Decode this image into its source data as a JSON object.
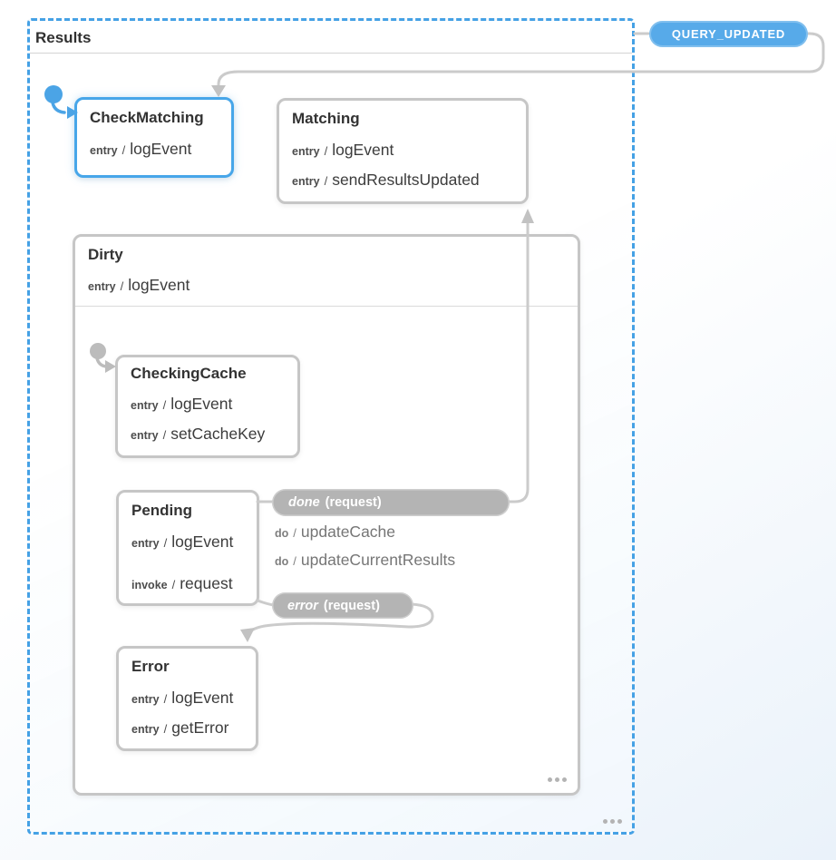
{
  "ui": {
    "action_separator": "/",
    "icons": {
      "initial_state_marker": "filled-dot-with-curved-arrow",
      "more_options": "three-dots-ellipsis",
      "transition_arrowhead": "triangle-arrow"
    }
  },
  "colors": {
    "accent_blue": "#47a6e9",
    "badge_blue": "#57aae9",
    "wire_grey": "#cbcbcb",
    "pill_grey": "#b4b4b4",
    "state_border_grey": "#c6c6c6",
    "title_text": "#333333",
    "action_text": "#3c3c3c",
    "muted_text": "#767676",
    "pill_text": "#ffffff"
  },
  "machine": {
    "title": "Results"
  },
  "event_badge": {
    "label": "QUERY_UPDATED"
  },
  "states": {
    "check_matching": {
      "title": "CheckMatching",
      "actions": [
        {
          "keyword": "entry",
          "name": "logEvent"
        }
      ]
    },
    "matching": {
      "title": "Matching",
      "actions": [
        {
          "keyword": "entry",
          "name": "logEvent"
        },
        {
          "keyword": "entry",
          "name": "sendResultsUpdated"
        }
      ]
    },
    "dirty": {
      "title": "Dirty",
      "actions": [
        {
          "keyword": "entry",
          "name": "logEvent"
        }
      ]
    },
    "checking_cache": {
      "title": "CheckingCache",
      "actions": [
        {
          "keyword": "entry",
          "name": "logEvent"
        },
        {
          "keyword": "entry",
          "name": "setCacheKey"
        }
      ]
    },
    "pending": {
      "title": "Pending",
      "actions": [
        {
          "keyword": "entry",
          "name": "logEvent"
        }
      ],
      "invoke": {
        "keyword": "invoke",
        "name": "request"
      }
    },
    "error": {
      "title": "Error",
      "actions": [
        {
          "keyword": "entry",
          "name": "logEvent"
        },
        {
          "keyword": "entry",
          "name": "getError"
        }
      ]
    }
  },
  "transitions": {
    "done": {
      "event": "done",
      "detail": "(request)",
      "actions": [
        {
          "keyword": "do",
          "name": "updateCache"
        },
        {
          "keyword": "do",
          "name": "updateCurrentResults"
        }
      ]
    },
    "error": {
      "event": "error",
      "detail": "(request)"
    }
  }
}
